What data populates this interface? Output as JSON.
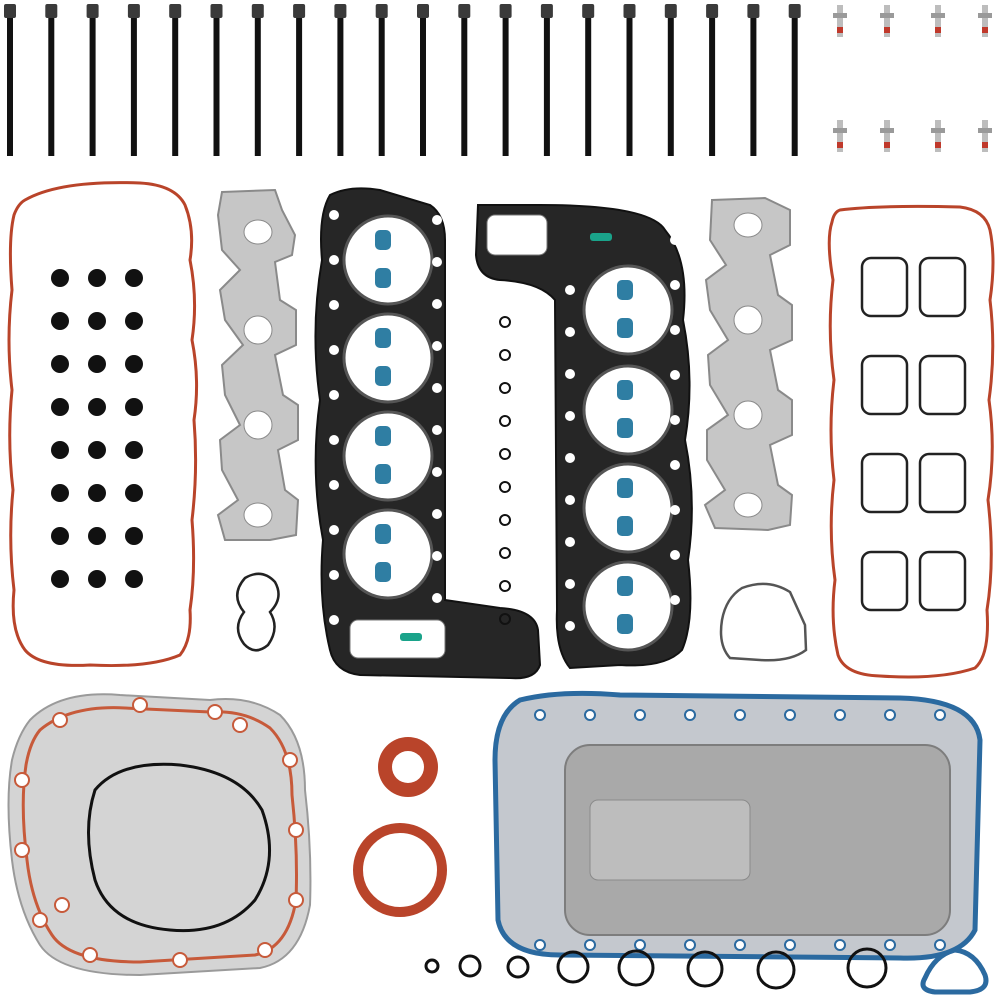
{
  "photo": {
    "subject": "engine-full-gasket-set",
    "background": "#ffffff",
    "colors": {
      "bolt": "#111111",
      "bolt_highlight": "#3a3a3a",
      "silicone_red": "#b9442a",
      "silicone_blue": "#2b6aa0",
      "steel": "#b7b7b7",
      "steel_dark": "#8a8a8a",
      "head_gasket": "#2a2a2a",
      "valve_seal": "#2f7ea3",
      "valve_seal_teal": "#1aa38a",
      "oring_black": "#111111",
      "oil_tray": "#a9a9a9"
    },
    "counts": {
      "head_bolts": 20,
      "small_bolts": 8,
      "spark_tube_grommets": 24,
      "rocker_cover_seals": 8,
      "valve_seals_per_head": 8,
      "loose_orings_bottom": 10
    }
  }
}
